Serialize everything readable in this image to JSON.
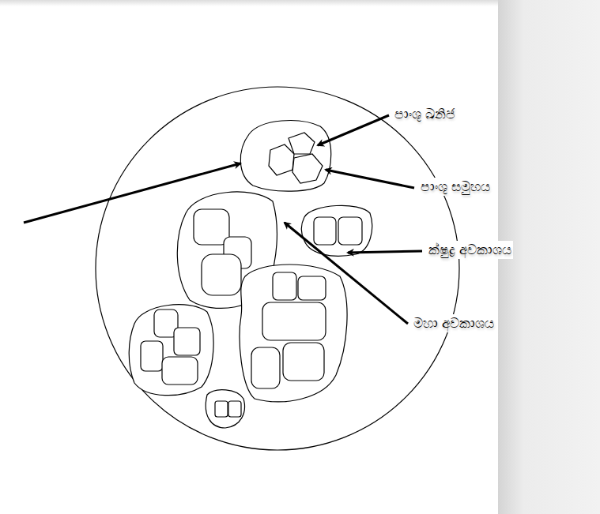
{
  "diagram": {
    "labels": [
      "පාංශු ඛනිජ",
      "පාංශු සමුහය",
      "ක්ෂුද්‍ර අවකාශය",
      "මහා අවකාශය"
    ]
  }
}
